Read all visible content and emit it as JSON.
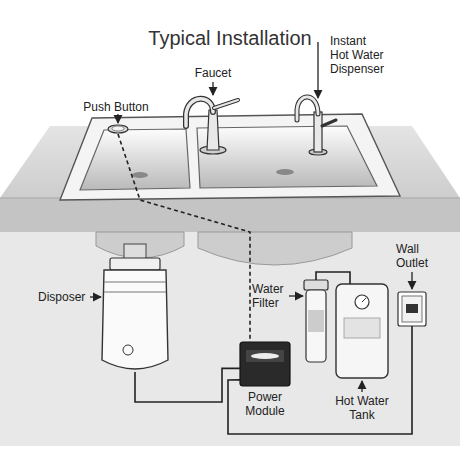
{
  "diagram": {
    "title": "Typical Installation",
    "nodes": [
      {
        "text": [
          "Push Button"
        ]
      },
      {
        "text": [
          "Faucet"
        ]
      },
      {
        "text": [
          "Instant Hot Water Dispenser"
        ]
      },
      {
        "text": [
          "Wall Outlet"
        ]
      },
      {
        "text": [
          "Disposer"
        ]
      },
      {
        "text": [
          "Water Filter"
        ]
      },
      {
        "text": [
          "Power Module"
        ]
      },
      {
        "text": [
          "Hot Water Tank"
        ]
      }
    ],
    "edges": [
      {
        "from": 0,
        "to": 6,
        "arrow": "none"
      },
      {
        "from": 4,
        "to": 6,
        "arrow": "none"
      },
      {
        "from": 6,
        "to": 3,
        "arrow": "none"
      },
      {
        "from": 5,
        "to": 7,
        "arrow": "none"
      }
    ]
  }
}
